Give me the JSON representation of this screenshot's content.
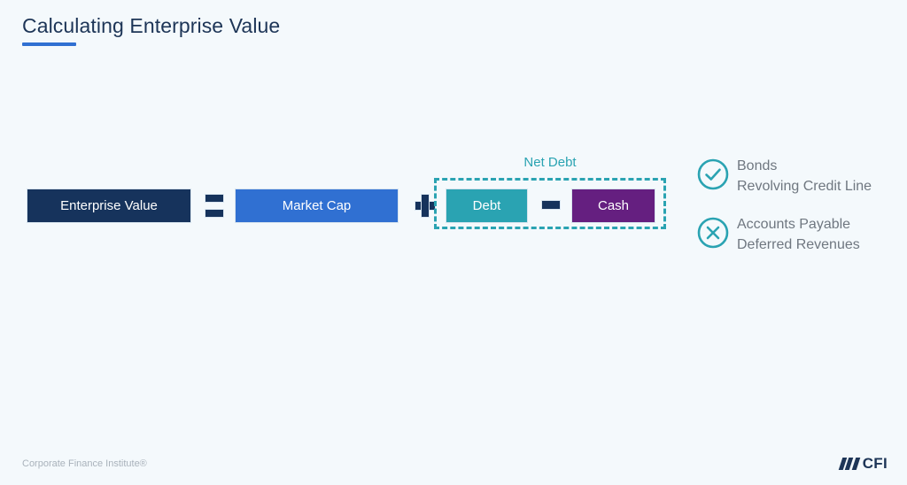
{
  "slide": {
    "title": "Calculating Enterprise Value",
    "accent_color": "#3070d2"
  },
  "equation": {
    "terms": [
      {
        "label": "Enterprise Value",
        "color": "#16335c",
        "name": "enterprise-value"
      },
      {
        "label": "Market Cap",
        "color": "#3070d2",
        "name": "market-cap"
      },
      {
        "label": "Debt",
        "color": "#2aa3b2",
        "name": "debt"
      },
      {
        "label": "Cash",
        "color": "#651f80",
        "name": "cash"
      }
    ],
    "operators": {
      "equals": "=",
      "plus": "+",
      "minus": "−"
    },
    "group": {
      "label": "Net Debt",
      "border_color": "#2aa3b2",
      "border_style": "dashed"
    }
  },
  "legend": {
    "items": [
      {
        "icon": "check-circle-icon",
        "icon_color": "#2aa3b2",
        "line1": "Bonds",
        "line2": "Revolving Credit Line"
      },
      {
        "icon": "x-circle-icon",
        "icon_color": "#2aa3b2",
        "line1": "Accounts Payable",
        "line2": "Deferred Revenues"
      }
    ]
  },
  "footer": {
    "credit": "Corporate Finance Institute®",
    "logo_text": "CFI"
  }
}
